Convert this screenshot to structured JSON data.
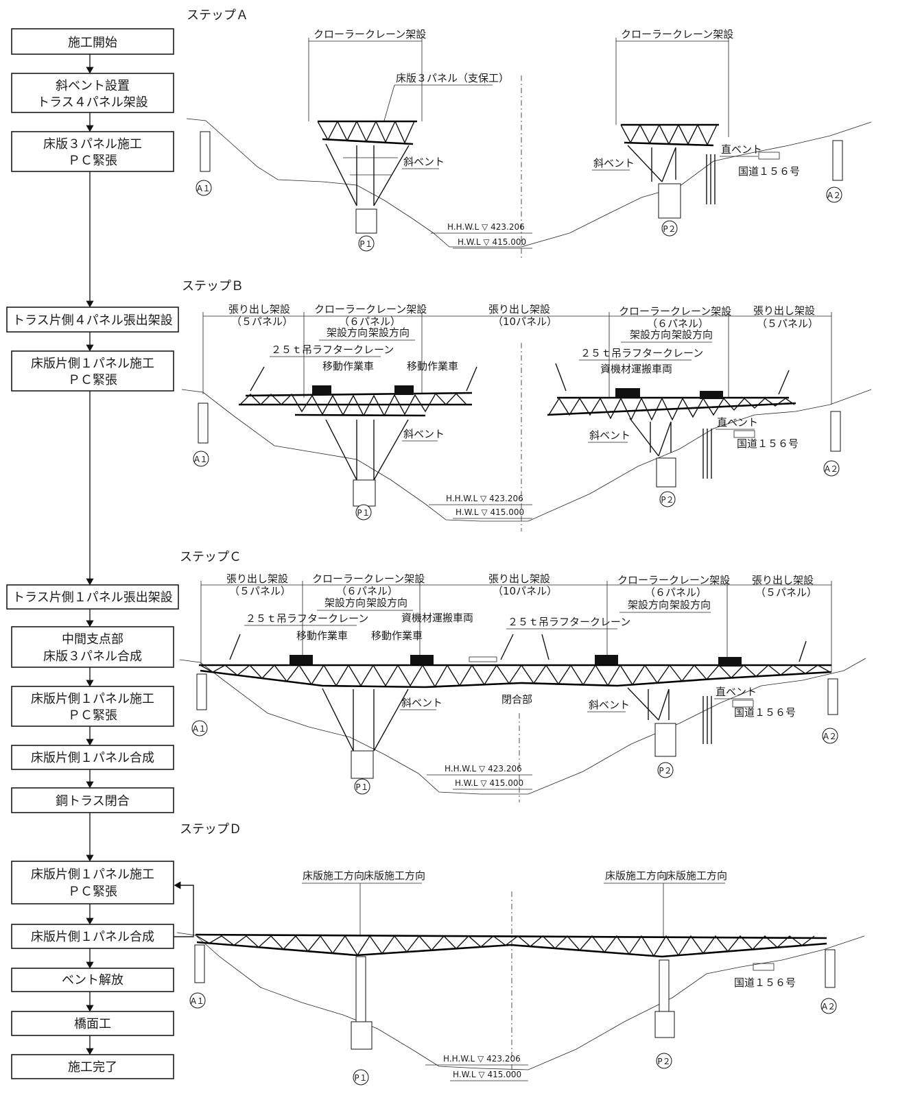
{
  "flowchart": {
    "steps": [
      {
        "line1": "施工開始"
      },
      {
        "line1": "斜ベント設置",
        "line2": "トラス４パネル架設"
      },
      {
        "line1": "床版３パネル施工",
        "line2": "ＰＣ緊張"
      },
      {
        "line1": "トラス片側４パネル張出架設"
      },
      {
        "line1": "床版片側１パネル施工",
        "line2": "ＰＣ緊張"
      },
      {
        "line1": "トラス片側１パネル張出架設"
      },
      {
        "line1": "中間支点部",
        "line2": "床版３パネル合成"
      },
      {
        "line1": "床版片側１パネル施工",
        "line2": "ＰＣ緊張"
      },
      {
        "line1": "床版片側１パネル合成"
      },
      {
        "line1": "鋼トラス閉合"
      },
      {
        "line1": "床版片側１パネル施工",
        "line2": "ＰＣ緊張"
      },
      {
        "line1": "床版片側１パネル合成"
      },
      {
        "line1": "ベント解放"
      },
      {
        "line1": "橋面工"
      },
      {
        "line1": "施工完了"
      }
    ]
  },
  "labels": {
    "step_a": "ステップＡ",
    "step_b": "ステップＢ",
    "step_c": "ステップＣ",
    "step_d": "ステップＤ",
    "crawler": "クローラークレーン架設",
    "deck3": "床版３パネル（支保工）",
    "diag_vent": "斜ベント",
    "straight_vent": "直ベント",
    "route": "国道１５６号",
    "hhwl": "H.H.W.L ▽ 423.206",
    "hwl": "H.W.L ▽ 415.000",
    "a1": "A１",
    "a2": "A２",
    "p1": "P１",
    "p2": "P２",
    "cant": "張り出し架設",
    "cant5": "（５パネル）",
    "panel6": "（６パネル）",
    "panel10": "（10パネル）",
    "erect_dir": "架設方向",
    "rough_crane": "２５ｔ吊ラフタークレーン",
    "mobile_car": "移動作業車",
    "transport": "資機材運搬車両",
    "closure": "閉合部",
    "deck_dir": "床版施工方向"
  }
}
